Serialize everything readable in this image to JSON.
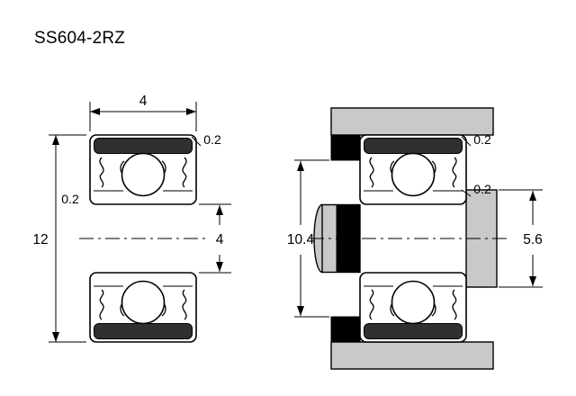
{
  "title": "SS604-2RZ",
  "left_view": {
    "width_dim": "4",
    "outer_chamfer_dim": "0.2",
    "side_chamfer_dim": "0.2",
    "outer_diameter_dim": "12",
    "bore_diameter_dim": "4"
  },
  "right_view": {
    "outer_chamfer_dim": "0.2",
    "inner_chamfer_dim": "0.2",
    "housing_shoulder_dim": "10.4",
    "shaft_shoulder_dim": "5.6"
  },
  "colors": {
    "background": "#ffffff",
    "line": "#000000",
    "metal_gray": "#c9c9c9",
    "seal_band": "#303030",
    "spacer_black": "#000000"
  }
}
